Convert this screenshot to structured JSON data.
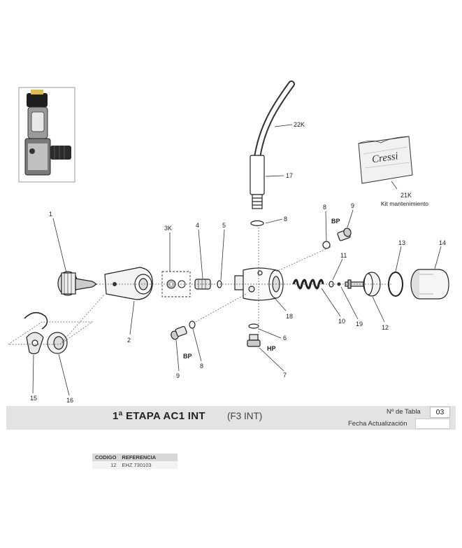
{
  "sheet": {
    "title_main": "1ª ETAPA AC1 INT",
    "title_sub": "(F3 INT)",
    "tabla_label": "Nº de Tabla",
    "tabla_value": "03",
    "fecha_label": "Fecha Actualización",
    "fecha_value": ""
  },
  "callouts": {
    "p1": "1",
    "p2": "2",
    "p3k": "3K",
    "p4": "4",
    "p5": "5",
    "p6": "6",
    "p7": "7",
    "p8a": "8",
    "p8b": "8",
    "p8c": "8",
    "p9a": "9",
    "p9b": "9",
    "p10": "10",
    "p11": "11",
    "p12": "12",
    "p13": "13",
    "p14": "14",
    "p15": "15",
    "p16": "16",
    "p17": "17",
    "p18": "18",
    "p19": "19",
    "p21k": "21K",
    "p22k": "22K",
    "bp_top": "BP",
    "bp_bottom": "BP",
    "hp": "HP",
    "kit_label": "Kit mantenimiento",
    "kit_brand": "Cressi"
  },
  "reference_table": {
    "headers": [
      "CODIGO",
      "REFERENCIA"
    ],
    "rows": [
      [
        "12",
        "EHZ 730103"
      ]
    ]
  }
}
